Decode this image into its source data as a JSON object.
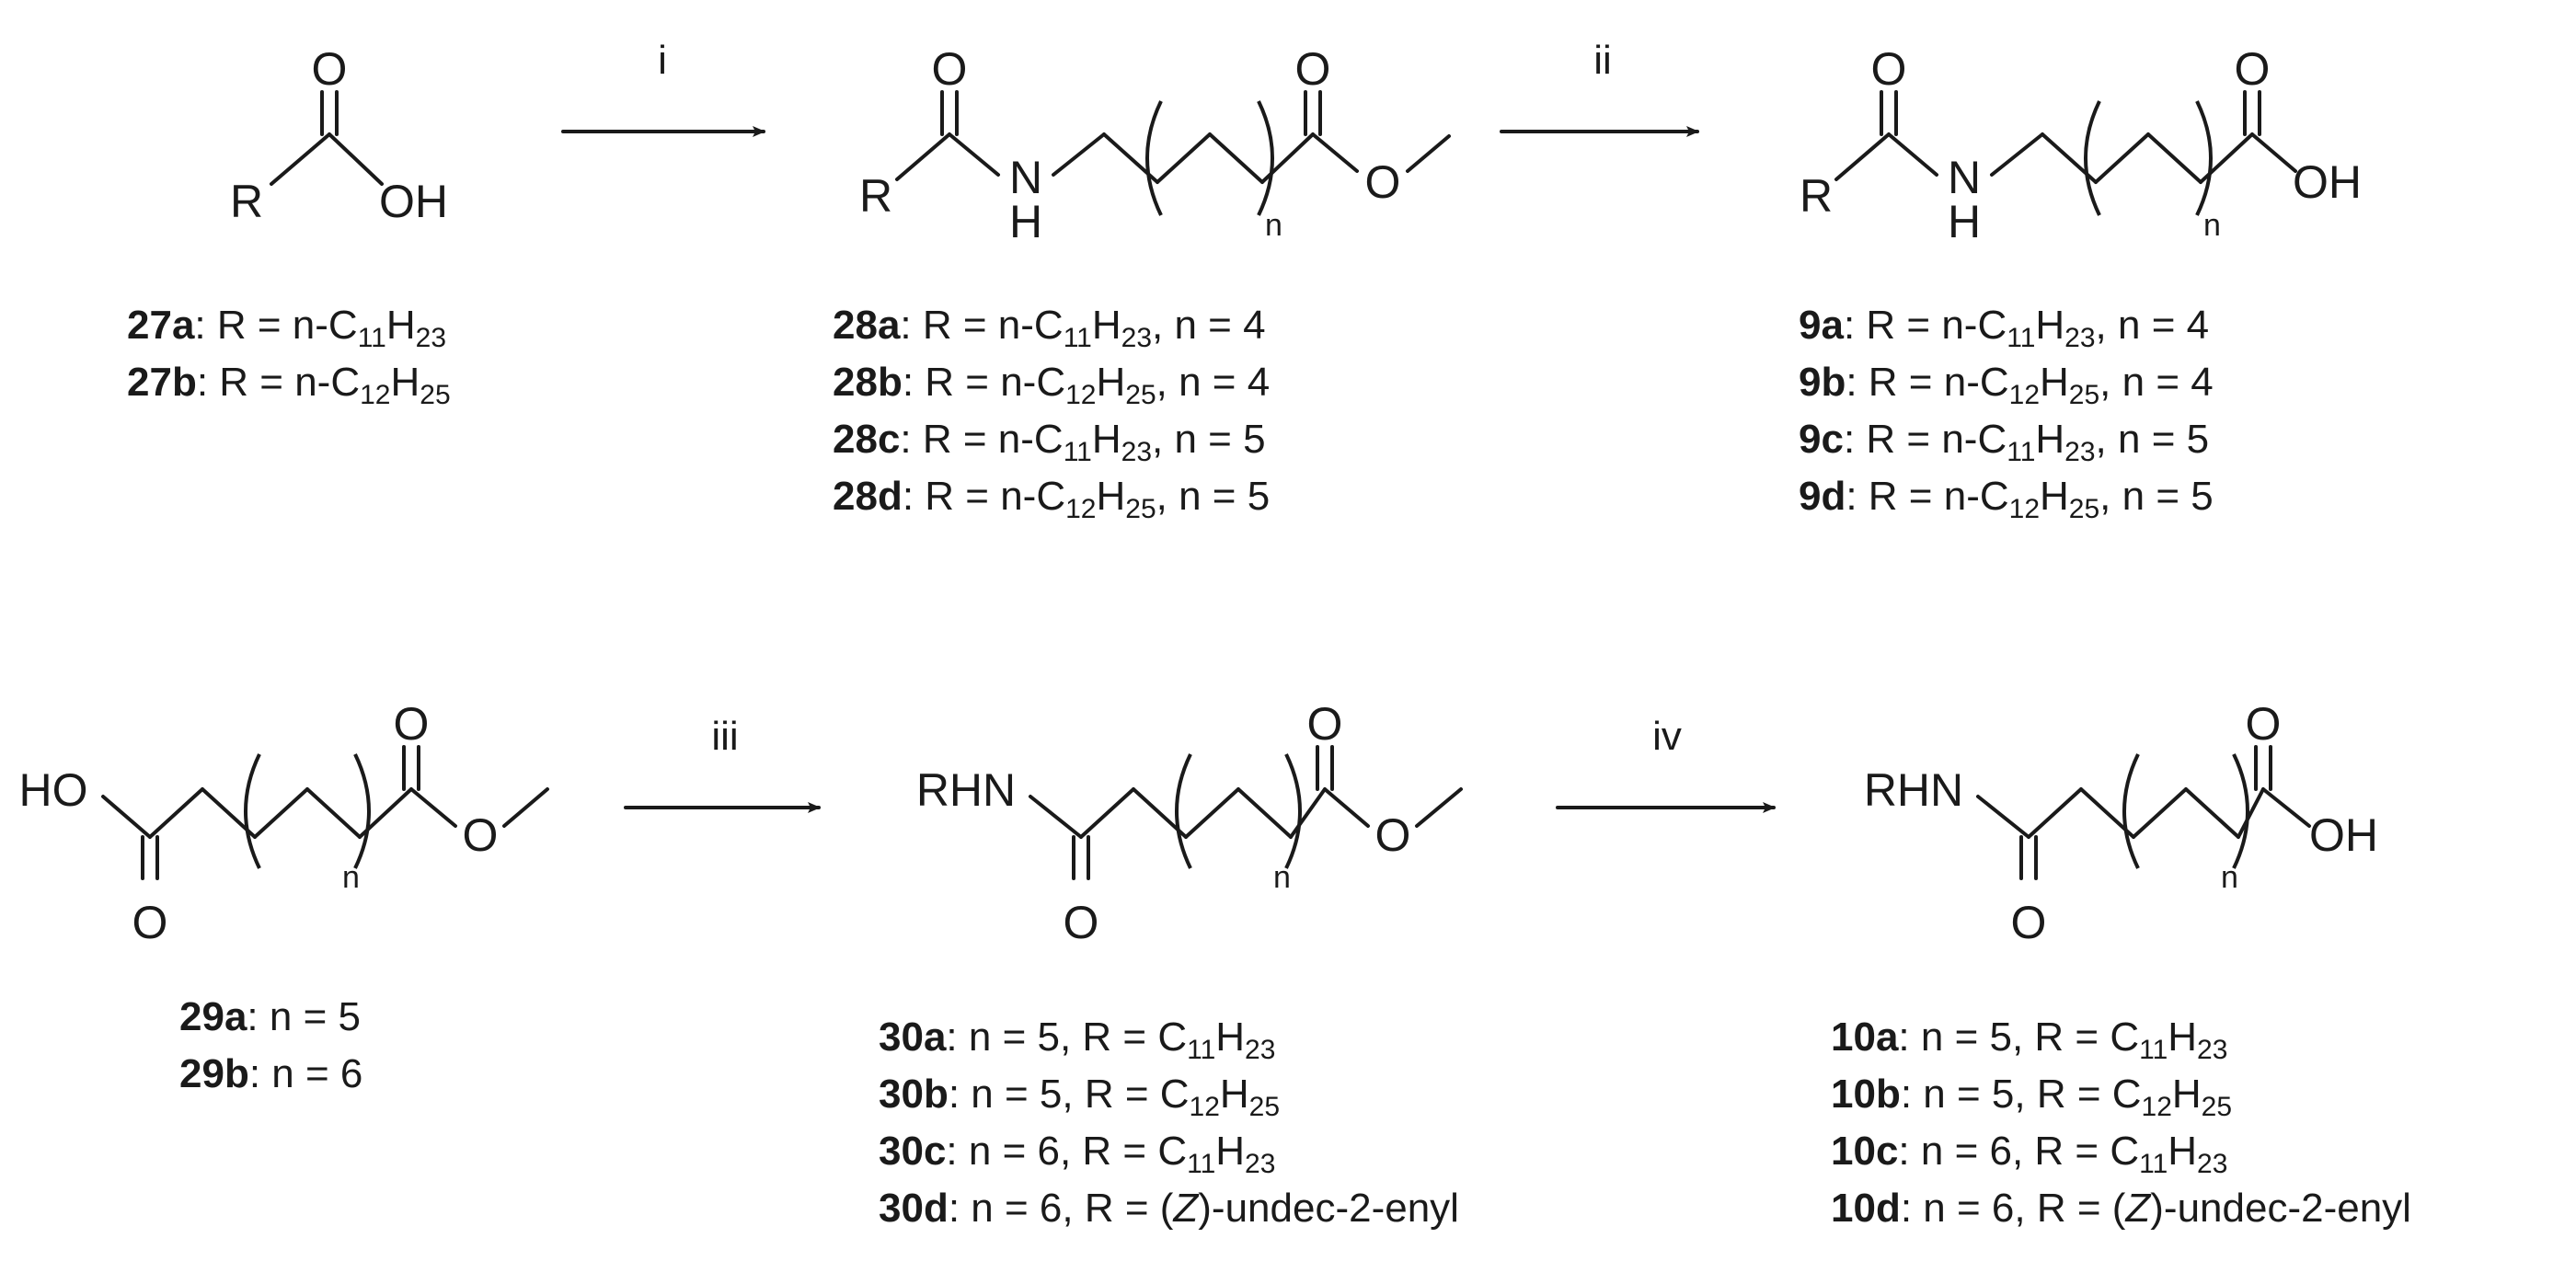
{
  "arrows": {
    "step1": "i",
    "step2": "ii",
    "step3": "iii",
    "step4": "iv"
  },
  "atoms": {
    "R": "R",
    "O": "O",
    "OH": "OH",
    "H": "H",
    "N": "N",
    "HO": "HO",
    "RHN": "RHN",
    "n": "n"
  },
  "legends": {
    "c27": [
      {
        "id": "27a",
        "sep": ": R = n-C",
        "s1": "11",
        "m": "H",
        "s2": "23",
        "tail": ""
      },
      {
        "id": "27b",
        "sep": ": R = n-C",
        "s1": "12",
        "m": "H",
        "s2": "25",
        "tail": ""
      }
    ],
    "c28": [
      {
        "id": "28a",
        "sep": ": R = n-C",
        "s1": "11",
        "m": "H",
        "s2": "23",
        "tail": ", n = 4"
      },
      {
        "id": "28b",
        "sep": ": R = n-C",
        "s1": "12",
        "m": "H",
        "s2": "25",
        "tail": ", n = 4"
      },
      {
        "id": "28c",
        "sep": ": R = n-C",
        "s1": "11",
        "m": "H",
        "s2": "23",
        "tail": ", n = 5"
      },
      {
        "id": "28d",
        "sep": ": R = n-C",
        "s1": "12",
        "m": "H",
        "s2": "25",
        "tail": ", n = 5"
      }
    ],
    "c9": [
      {
        "id": "9a",
        "sep": ": R = n-C",
        "s1": "11",
        "m": "H",
        "s2": "23",
        "tail": ", n = 4"
      },
      {
        "id": "9b",
        "sep": ": R = n-C",
        "s1": "12",
        "m": "H",
        "s2": "25",
        "tail": ", n = 4"
      },
      {
        "id": "9c",
        "sep": ": R = n-C",
        "s1": "11",
        "m": "H",
        "s2": "23",
        "tail": ", n = 5"
      },
      {
        "id": "9d",
        "sep": ": R = n-C",
        "s1": "12",
        "m": "H",
        "s2": "25",
        "tail": ", n = 5"
      }
    ],
    "c29": [
      {
        "id": "29a",
        "text": ": n = 5"
      },
      {
        "id": "29b",
        "text": ": n = 6"
      }
    ],
    "c30": [
      {
        "id": "30a",
        "sep": ": n = 5, R = C",
        "s1": "11",
        "m": "H",
        "s2": "23"
      },
      {
        "id": "30b",
        "sep": ": n = 5, R = C",
        "s1": "12",
        "m": "H",
        "s2": "25"
      },
      {
        "id": "30c",
        "sep": ": n = 6, R = C",
        "s1": "11",
        "m": "H",
        "s2": "23"
      },
      {
        "id": "30d",
        "pre": ": n = 6, R = (",
        "ital": "Z",
        "post": ")-undec-2-enyl"
      }
    ],
    "c10": [
      {
        "id": "10a",
        "sep": ": n = 5, R = C",
        "s1": "11",
        "m": "H",
        "s2": "23"
      },
      {
        "id": "10b",
        "sep": ": n = 5, R = C",
        "s1": "12",
        "m": "H",
        "s2": "25"
      },
      {
        "id": "10c",
        "sep": ": n = 6, R = C",
        "s1": "11",
        "m": "H",
        "s2": "23"
      },
      {
        "id": "10d",
        "pre": ": n = 6, R = (",
        "ital": "Z",
        "post": ")-undec-2-enyl"
      }
    ]
  }
}
